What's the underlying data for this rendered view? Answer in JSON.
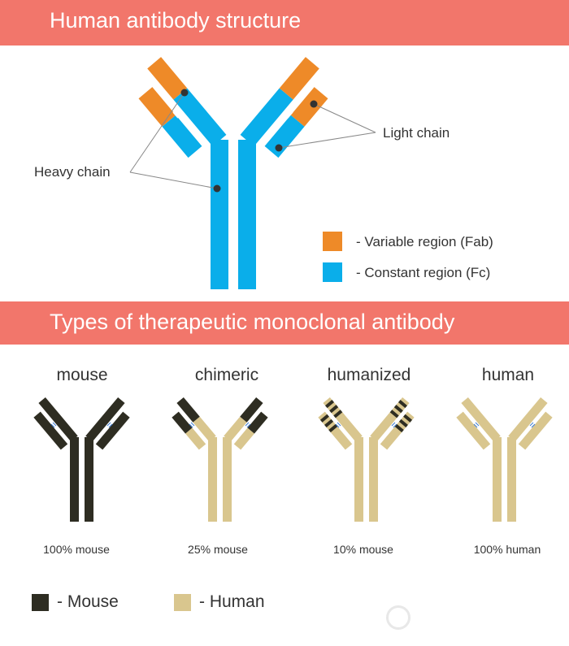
{
  "title": "Human antibody structure",
  "structure": {
    "labels": {
      "heavy_chain": "Heavy chain",
      "light_chain": "Light chain"
    },
    "legend": [
      {
        "label": "- Variable region (Fab)",
        "color": "#ee8a28"
      },
      {
        "label": "- Constant region (Fc)",
        "color": "#0aaeea"
      }
    ]
  },
  "types_title": "Types of therapeutic monoclonal antibody",
  "types": [
    {
      "name": "mouse",
      "percent": "100% mouse"
    },
    {
      "name": "chimeric",
      "percent": "25% mouse"
    },
    {
      "name": "humanized",
      "percent": "10% mouse"
    },
    {
      "name": "human",
      "percent": "100% human"
    }
  ],
  "legend_bottom": [
    {
      "label": "- Mouse",
      "color": "#2e2d22"
    },
    {
      "label": "- Human",
      "color": "#d9c68e"
    }
  ],
  "colors": {
    "banner": "#f2766b",
    "variable": "#ee8a28",
    "constant": "#0aaeea",
    "mouse": "#2e2d22",
    "human": "#d9c68e"
  }
}
